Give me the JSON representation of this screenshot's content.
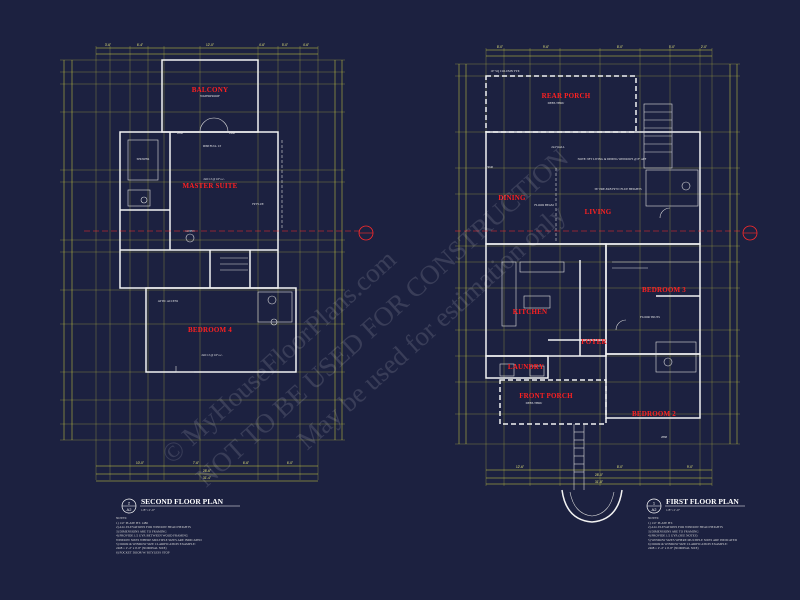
{
  "colors": {
    "background": "#1c2140",
    "walls": "#f2f2f2",
    "dimensions": "#d6d640",
    "room_labels": "#ff2020",
    "section_marker": "#ff2a2a"
  },
  "second_floor": {
    "title": "SECOND FLOOR PLAN",
    "scale": "1/8\"=1'-0\"",
    "bubble_num": "2",
    "bubble_sheet": "A2",
    "rooms": [
      {
        "id": "balcony",
        "name": "BALCONY",
        "sub": "WATERPROOF"
      },
      {
        "id": "master-suite",
        "name": "MASTER SUITE",
        "sub": ""
      },
      {
        "id": "bedroom-4",
        "name": "BEDROOM 4",
        "sub": ""
      }
    ],
    "labels": [
      {
        "id": "full-lt",
        "text": "9068 FULL LT"
      },
      {
        "id": "fp-flue",
        "text": "FP FLUE"
      },
      {
        "id": "attic-access",
        "text": "ATTIC ACCESS"
      },
      {
        "id": "ceiling-master",
        "text": "2x6 CJ @ 16\"o.c."
      },
      {
        "id": "ceiling-bed4",
        "text": "2x6 CJ @ 16\"o.c."
      },
      {
        "id": "linen",
        "text": "LINEN"
      },
      {
        "id": "shower",
        "text": "SHOWER"
      },
      {
        "id": "door-2868",
        "text": "2868"
      },
      {
        "id": "door-2468",
        "text": "2468"
      }
    ],
    "dims_top": [
      "3'-6\"",
      "6'-4\"",
      "12'-0\"",
      "4'-6\"",
      "5'-0\"",
      "4'-6\""
    ],
    "dims_bottom": [
      "10'-0\"",
      "7'-6\"",
      "6'-6\"",
      "6'-0\"",
      "28'-6\"",
      "31'-4\""
    ],
    "notes_title": "NOTES:",
    "notes": [
      "1) 1/4\" PLATE HT. 1486",
      "2) ALL ELEVATIONS FOR WINDOW HEAD HEIGHTS",
      "3) DIMENSIONS ARE TO FRAMING",
      "4) PROVIDE 1/2 GYP. BETWEEN WOOD FRAMING",
      "   WINDOW SIZES WHERE MULTIPLE SIZES ARE INDICATED",
      "5) DOOR & WINDOW SIZE CLARIFICATION EXAMPLE:",
      "   2468 = 2'-4\" x 6'-8\" (NOMINAL SIZE)",
      "6) POCKET DOOR W/ KEYLESS STOP"
    ]
  },
  "first_floor": {
    "title": "FIRST FLOOR PLAN",
    "scale": "1/8\"=1'-0\"",
    "bubble_num": "1",
    "bubble_sheet": "A2",
    "rooms": [
      {
        "id": "rear-porch",
        "name": "REAR PORCH",
        "sub": "DEEP-THRU"
      },
      {
        "id": "dining",
        "name": "DINING",
        "sub": ""
      },
      {
        "id": "living",
        "name": "LIVING",
        "sub": ""
      },
      {
        "id": "kitchen",
        "name": "KITCHEN",
        "sub": ""
      },
      {
        "id": "bedroom-3",
        "name": "BEDROOM 3",
        "sub": ""
      },
      {
        "id": "foyer",
        "name": "FOYER",
        "sub": ""
      },
      {
        "id": "laundry",
        "name": "LAUNDRY",
        "sub": ""
      },
      {
        "id": "front-porch",
        "name": "FRONT PORCH",
        "sub": "DEEP-THRU"
      },
      {
        "id": "bedroom-2",
        "name": "BEDROOM 2",
        "sub": ""
      }
    ],
    "labels": [
      {
        "id": "living-note",
        "text": "NOTE: 9FT LIVING & DINING WINDOWS @ 8\" AFF"
      },
      {
        "id": "fireplace",
        "text": "36\" PRE-FAB FP W/ FLUE HEIGHTS"
      },
      {
        "id": "floor-beam",
        "text": "FLOOR BEAM"
      },
      {
        "id": "wall-2x4",
        "text": "2x4 WALL"
      },
      {
        "id": "column",
        "text": "10\" SQ COLUMN TYP."
      },
      {
        "id": "floor-truss",
        "text": "FLOOR TRUSS"
      },
      {
        "id": "window-1w",
        "text": "3046"
      },
      {
        "id": "window-2w",
        "text": "2868"
      }
    ],
    "dims_top": [
      "8'-0\"",
      "9'-6\"",
      "8'-0\"",
      "5'-0\"",
      "2'-0\""
    ],
    "dims_bottom": [
      "12'-6\"",
      "8'-0\"",
      "9'-0\"",
      "28'-0\"",
      "31'-8\""
    ],
    "notes_title": "NOTES:",
    "notes": [
      "1) 1/4\" PLATE HT.",
      "2) ALL ELEVATIONS FOR WINDOW HEAD HEIGHTS",
      "3) DIMENSIONS ARE TO FRAMING",
      "4) PROVIDE 1/2 GYP. (SEE NOTES)",
      "5) WINDOW SIZES WHERE MULTIPLE SIZES ARE INDICATED",
      "6) DOOR & WINDOW SIZE CLARIFICATION EXAMPLE:",
      "   2468 = 2'-4\" x 6'-8\" (NOMINAL SIZE)"
    ]
  },
  "watermark": {
    "line1": "© MyHouseFloorPlans.com",
    "line2": "NOT TO BE USED FOR CONSTRUCTION",
    "line3": "May be used for estimation only"
  }
}
